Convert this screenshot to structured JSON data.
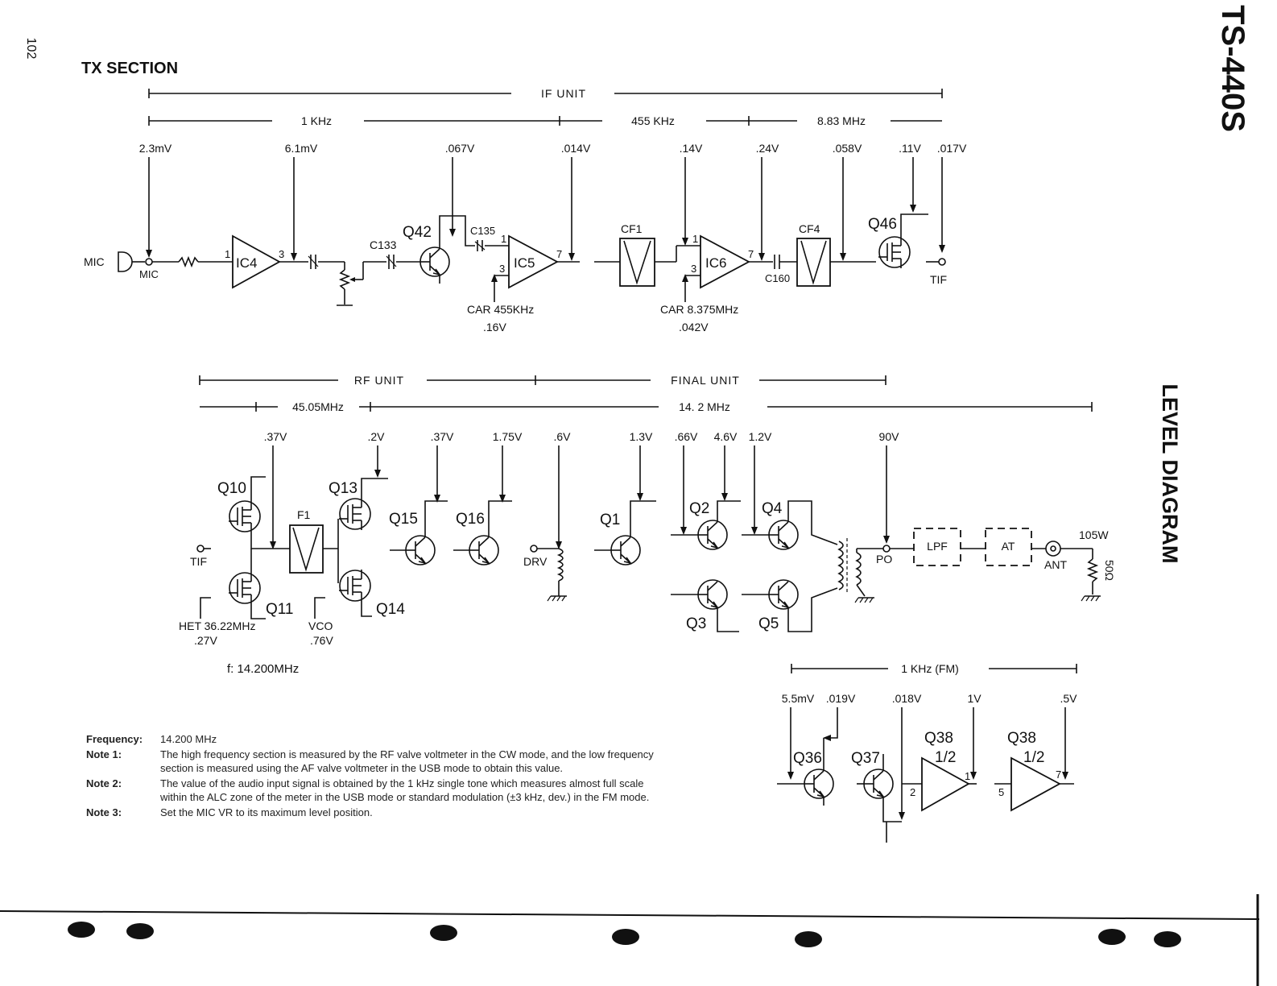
{
  "page_number": "102",
  "model": "TS-440S",
  "side_title": "LEVEL DIAGRAM",
  "section_title": "TX SECTION",
  "tx": {
    "units": {
      "if_unit": "IF UNIT",
      "rf_unit": "RF UNIT",
      "final_unit": "FINAL UNIT"
    },
    "freq_bands": {
      "f1k": "1 KHz",
      "f455": "455 KHz",
      "f883": "8.83 MHz",
      "f4505": "45.05MHz",
      "f142": "14. 2 MHz"
    },
    "levels_if": [
      "2.3mV",
      "6.1mV",
      ".067V",
      ".014V",
      ".14V",
      ".24V",
      ".058V",
      ".11V",
      ".017V"
    ],
    "if_parts": {
      "mic_jack": "MIC",
      "mic_node": "MIC",
      "ic4": "IC4",
      "ic4_pin1": "1",
      "ic4_pin3": "3",
      "c133": "C133",
      "q42": "Q42",
      "c135": "C135",
      "ic5": "IC5",
      "ic5_pin1": "1",
      "ic5_pin3": "3",
      "ic5_pin7": "7",
      "cf1": "CF1",
      "ic6": "IC6",
      "ic6_pin1": "1",
      "ic6_pin3": "3",
      "ic6_pin7": "7",
      "c160": "C160",
      "cf4": "CF4",
      "q46": "Q46",
      "tif": "TIF"
    },
    "car1": {
      "label": "CAR 455KHz",
      "level": ".16V"
    },
    "car2": {
      "label": "CAR 8.375MHz",
      "level": ".042V"
    },
    "levels_rf": [
      ".37V",
      ".2V",
      ".37V",
      "1.75V",
      ".6V",
      "1.3V",
      ".66V",
      "4.6V",
      "1.2V",
      "90V"
    ],
    "rf_parts": {
      "tif": "TIF",
      "q10": "Q10",
      "q11": "Q11",
      "f1": "F1",
      "q13": "Q13",
      "q14": "Q14",
      "q15": "Q15",
      "q16": "Q16",
      "drv": "DRV",
      "q1": "Q1",
      "q2": "Q2",
      "q3": "Q3",
      "q4": "Q4",
      "q5": "Q5",
      "po": "PO",
      "lpf": "LPF",
      "at": "AT",
      "ant": "ANT",
      "power": "105W",
      "load": "50Ω"
    },
    "het": {
      "label": "HET 36.22MHz",
      "level": ".27V"
    },
    "vco": {
      "label": "VCO",
      "level": ".76V"
    },
    "freq_note": "f: 14.200MHz"
  },
  "fm": {
    "band": "1 KHz (FM)",
    "levels": [
      "5.5mV",
      ".019V",
      ".018V",
      "1V",
      ".5V"
    ],
    "parts": {
      "q36": "Q36",
      "q37": "Q37",
      "q38a": "Q38",
      "q38a_half": "1/2",
      "q38b": "Q38",
      "q38b_half": "1/2",
      "pin2": "2",
      "pin1": "1",
      "pin5": "5",
      "pin7": "7"
    }
  },
  "notes": [
    {
      "key": "Frequency:",
      "text": "14.200 MHz"
    },
    {
      "key": "Note 1:",
      "text": "The high frequency section is measured by the RF valve voltmeter in the CW mode, and the low frequency section is measured using the AF valve voltmeter in the USB mode to obtain this value."
    },
    {
      "key": "Note 2:",
      "text": "The value of the audio input signal is obtained by the 1 kHz single tone which measures almost full scale within the ALC zone of the meter in the USB mode or standard modulation (±3 kHz, dev.) in the FM mode."
    },
    {
      "key": "Note 3:",
      "text": "Set the MIC VR to its maximum level position."
    }
  ]
}
